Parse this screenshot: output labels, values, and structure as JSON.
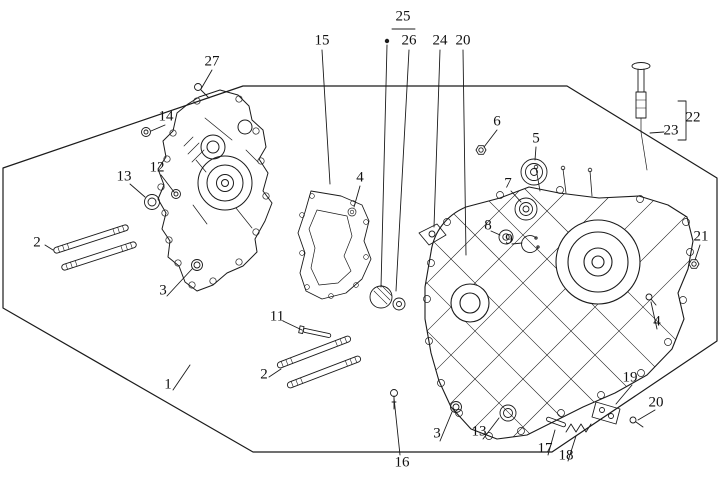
{
  "colors": {
    "background": "#ffffff",
    "ink": "#1b1b1b"
  },
  "callouts": [
    {
      "text": "25"
    },
    {
      "text": "26"
    },
    {
      "text": "24"
    },
    {
      "text": "20"
    },
    {
      "text": "15"
    },
    {
      "text": "27"
    },
    {
      "text": "14"
    },
    {
      "text": "22"
    },
    {
      "text": "23"
    },
    {
      "text": "6"
    },
    {
      "text": "5"
    },
    {
      "text": "12"
    },
    {
      "text": "13"
    },
    {
      "text": "4"
    },
    {
      "text": "7"
    },
    {
      "text": "8"
    },
    {
      "text": "9"
    },
    {
      "text": "2"
    },
    {
      "text": "21"
    },
    {
      "text": "3"
    },
    {
      "text": "11"
    },
    {
      "text": "4"
    },
    {
      "text": "2"
    },
    {
      "text": "1"
    },
    {
      "text": "19"
    },
    {
      "text": "20"
    },
    {
      "text": "3"
    },
    {
      "text": "13"
    },
    {
      "text": "17"
    },
    {
      "text": "18"
    },
    {
      "text": "16"
    }
  ]
}
